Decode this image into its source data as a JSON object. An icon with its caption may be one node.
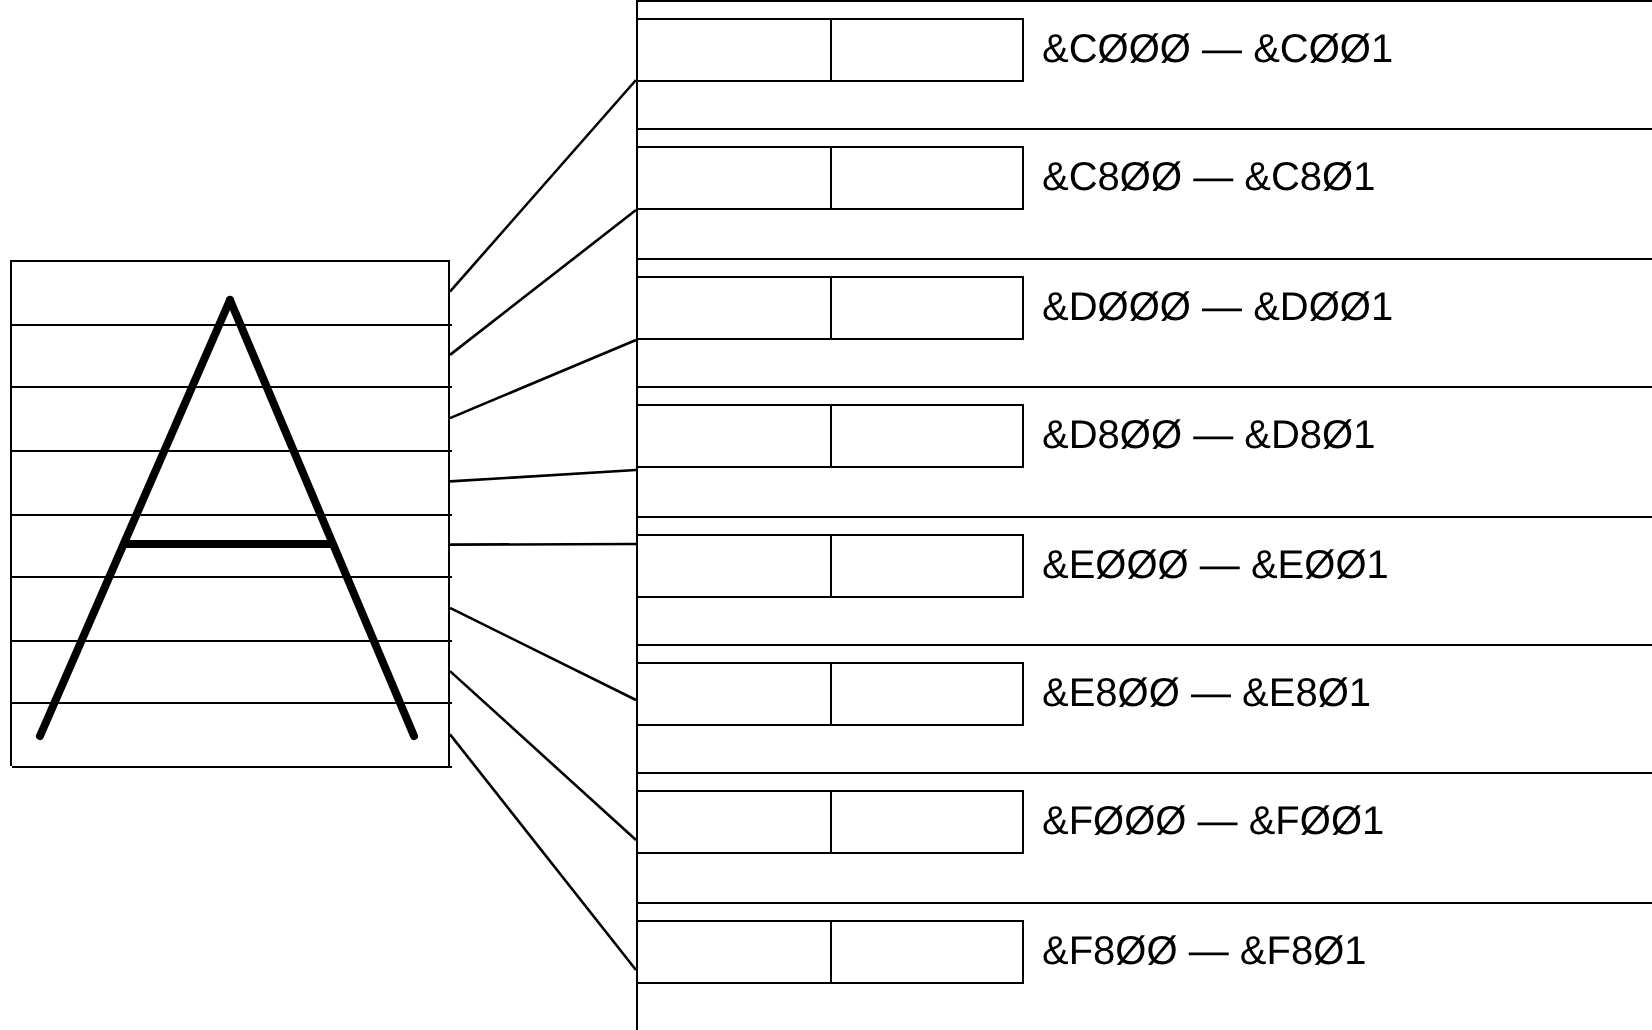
{
  "diagram": {
    "nodes": [
      {
        "text": [],
        "shape": "picture"
      },
      {
        "text": [],
        "shape": "bar",
        "in": 0
      },
      {
        "text": [],
        "shape": "bar",
        "in": 0
      },
      {
        "text": [],
        "shape": "bar",
        "in": 0
      },
      {
        "text": [],
        "shape": "bar",
        "in": 0
      },
      {
        "text": [],
        "shape": "bar",
        "in": 0
      },
      {
        "text": [],
        "shape": "bar",
        "in": 0
      },
      {
        "text": [],
        "shape": "bar",
        "in": 0
      },
      {
        "text": [],
        "shape": "bar",
        "in": 0
      },
      {
        "text": [],
        "shape": "box"
      },
      {
        "text": [
          "&CØØØ — &CØØ1"
        ],
        "in": 9
      },
      {
        "text": [
          "&C8ØØ — &C8Ø1"
        ],
        "in": 9
      },
      {
        "text": [
          "&DØØØ — &DØØ1"
        ],
        "in": 9
      },
      {
        "text": [
          "&D8ØØ — &D8Ø1"
        ],
        "in": 9
      },
      {
        "text": [
          "&EØØØ — &EØØ1"
        ],
        "in": 9
      },
      {
        "text": [
          "&E8ØØ — &E8Ø1"
        ],
        "in": 9
      },
      {
        "text": [
          "&FØØØ — &FØØ1"
        ],
        "in": 9
      },
      {
        "text": [
          "&F8ØØ — &F8Ø1"
        ],
        "in": 9
      }
    ],
    "edges": [
      {
        "from": 1,
        "to": 10,
        "arrow": "none"
      },
      {
        "from": 2,
        "to": 11,
        "arrow": "none"
      },
      {
        "from": 3,
        "to": 12,
        "arrow": "none"
      },
      {
        "from": 4,
        "to": 13,
        "arrow": "none"
      },
      {
        "from": 5,
        "to": 14,
        "arrow": "none"
      },
      {
        "from": 6,
        "to": 15,
        "arrow": "none"
      },
      {
        "from": 7,
        "to": 16,
        "arrow": "none"
      },
      {
        "from": 8,
        "to": 17,
        "arrow": "none"
      }
    ]
  }
}
